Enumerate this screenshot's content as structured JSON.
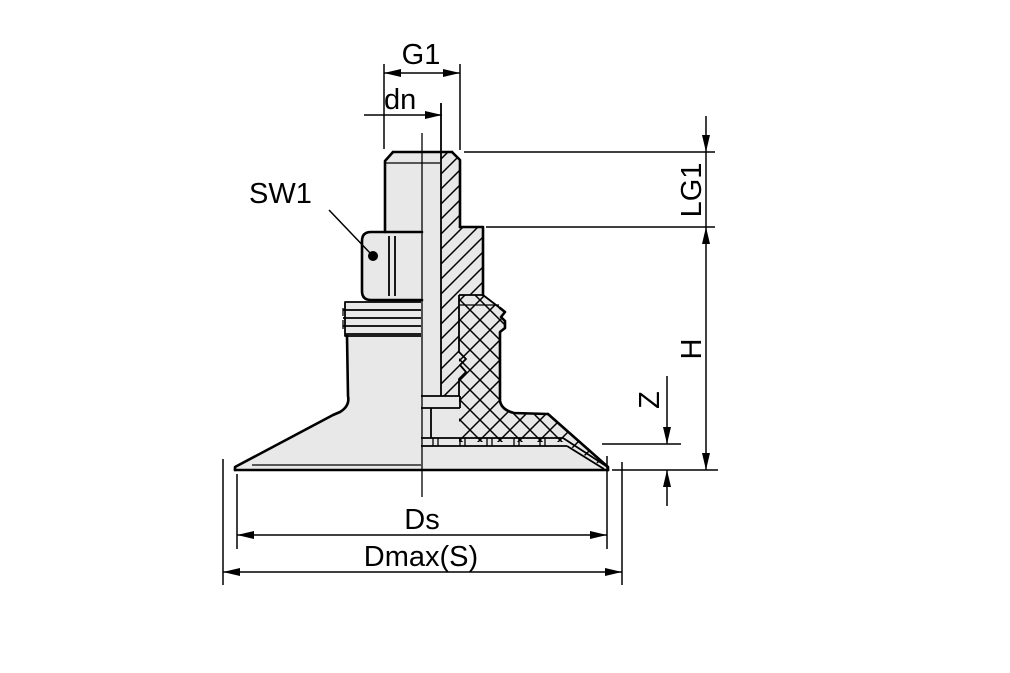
{
  "drawing": {
    "background_color": "#ffffff",
    "part_fill_color": "#e8e8e8",
    "line_color": "#000000",
    "labels": {
      "g1": "G1",
      "dn": "dn",
      "sw1": "SW1",
      "lg1": "LG1",
      "h": "H",
      "z": "Z",
      "ds": "Ds",
      "dmax_s": "Dmax(S)"
    }
  }
}
